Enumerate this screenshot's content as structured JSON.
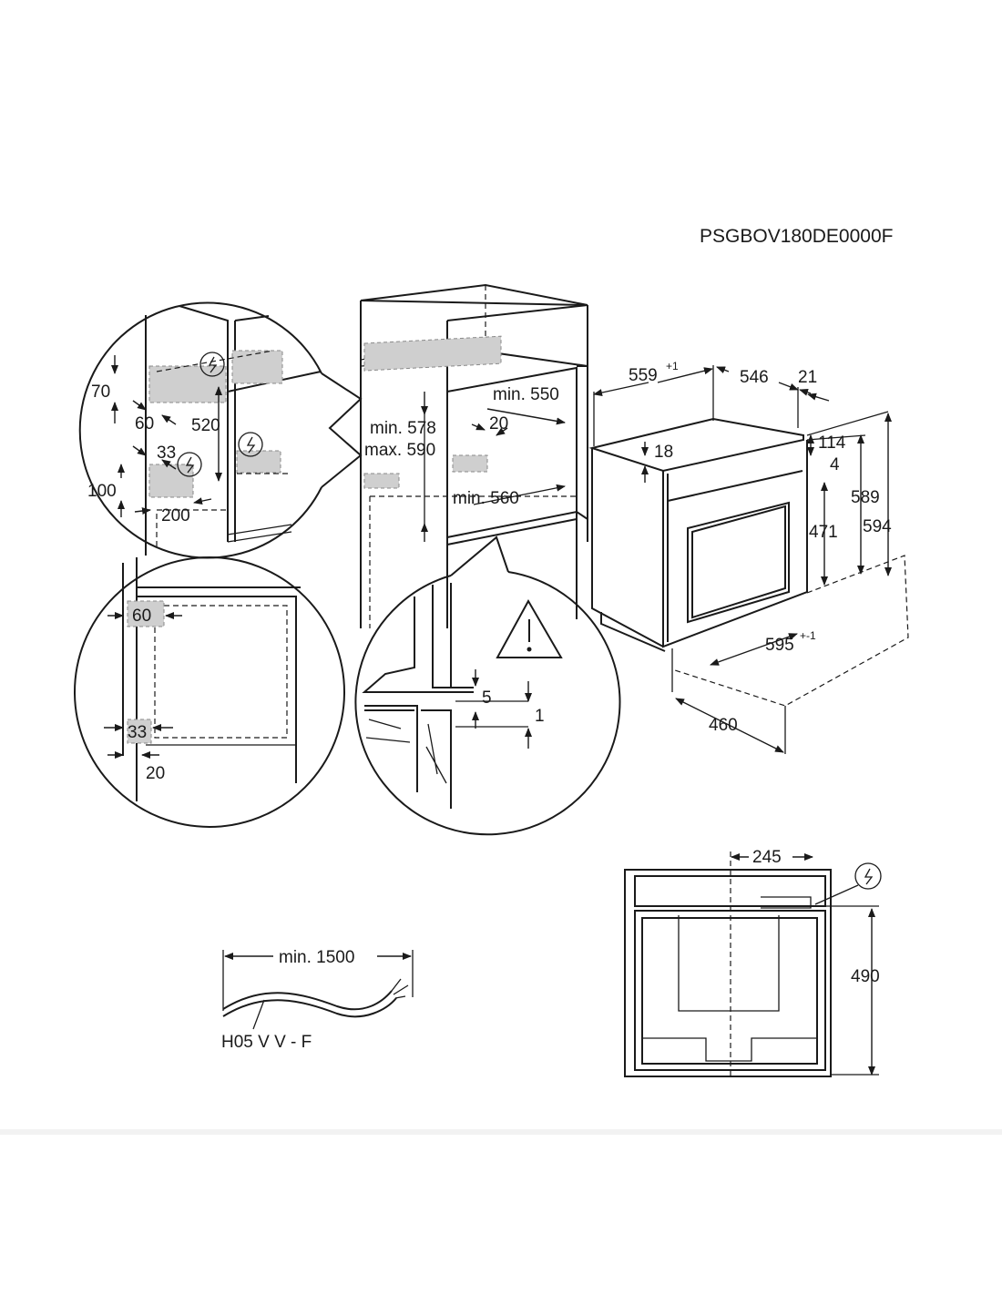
{
  "model_code": "PSGBOV180DE0000F",
  "detail_top": {
    "d70": "70",
    "d60": "60",
    "d520": "520",
    "d33": "33",
    "d100": "100",
    "d200": "200"
  },
  "cabinet": {
    "min550": "min. 550",
    "d20": "20",
    "min578": "min. 578",
    "max590": "max. 590",
    "min560": "min. 560"
  },
  "oven": {
    "w559": "559",
    "w559_tol": "+1",
    "d546": "546",
    "d21": "21",
    "d18": "18",
    "d114": "114",
    "d4": "4",
    "h471": "471",
    "h589": "589",
    "h594": "594",
    "w595": "595",
    "w595_tol": "+-1",
    "d460": "460"
  },
  "detail_bottom": {
    "d60": "60",
    "d33": "33",
    "d20": "20"
  },
  "detail_gap": {
    "d5": "5",
    "d1": "1"
  },
  "cable": {
    "length": "min. 1500",
    "type": "H05 V V - F"
  },
  "front_view": {
    "d245": "245",
    "d490": "490"
  },
  "icons": [
    "electric-connection-icon",
    "warning-triangle-icon"
  ]
}
